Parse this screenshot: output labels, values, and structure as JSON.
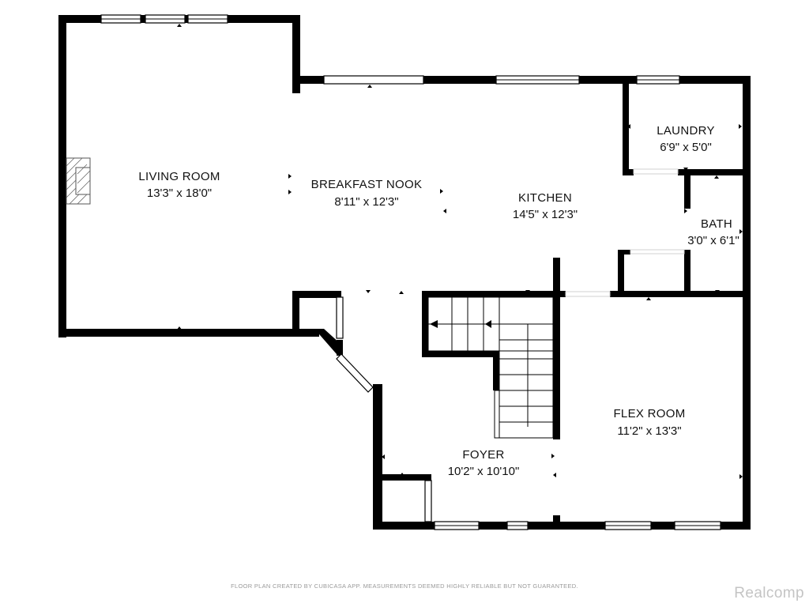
{
  "rooms": [
    {
      "id": "living",
      "name": "LIVING ROOM",
      "dims": "13'3\" x 18'0\""
    },
    {
      "id": "breakfast",
      "name": "BREAKFAST NOOK",
      "dims": "8'11\" x 12'3\""
    },
    {
      "id": "kitchen",
      "name": "KITCHEN",
      "dims": "14'5\" x 12'3\""
    },
    {
      "id": "laundry",
      "name": "LAUNDRY",
      "dims": "6'9\" x 5'0\""
    },
    {
      "id": "bath",
      "name": "BATH",
      "dims": "3'0\" x 6'1\""
    },
    {
      "id": "flex",
      "name": "FLEX ROOM",
      "dims": "11'2\" x 13'3\""
    },
    {
      "id": "foyer",
      "name": "FOYER",
      "dims": "10'2\" x 10'10\""
    }
  ],
  "footer": {
    "credit": "FLOOR PLAN CREATED BY CUBICASA APP. MEASUREMENTS DEEMED HIGHLY RELIABLE BUT NOT GUARANTEED.",
    "watermark": "Realcomp"
  },
  "colors": {
    "wall": "#000000",
    "background": "#ffffff",
    "footer_text": "#9a9a9a",
    "watermark": "#c4c4c4"
  },
  "icons": [
    "fireplace-icon",
    "stairs-icon",
    "direction-arrow-icon"
  ]
}
